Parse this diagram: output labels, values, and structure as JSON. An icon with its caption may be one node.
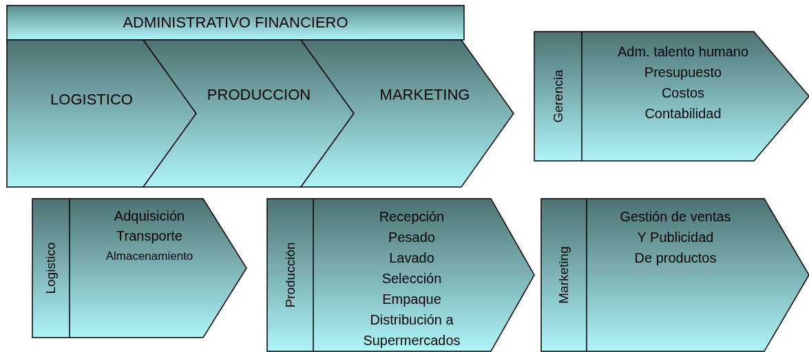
{
  "diagram": {
    "nodes": [
      {
        "text": [
          "ADMINISTRATIVO FINANCIERO"
        ]
      },
      {
        "text": [
          "LOGISTICO"
        ]
      },
      {
        "text": [
          "PRODUCCION"
        ]
      },
      {
        "text": [
          "MARKETING"
        ]
      },
      {
        "text": [
          "Gerencia",
          "Adm. talento humano",
          "Presupuesto",
          "Costos",
          "Contabilidad"
        ]
      },
      {
        "text": [
          "Logistico",
          "Adquisición",
          "Transporte",
          "Almacenamiento"
        ]
      },
      {
        "text": [
          "Producción",
          "Recepción",
          "Pesado",
          "Lavado",
          "Selección",
          "Empaque",
          "Distribución a Supermercados"
        ]
      },
      {
        "text": [
          "Marketing",
          "Gestión de ventas",
          "Y Publicidad",
          "De productos"
        ]
      }
    ]
  }
}
